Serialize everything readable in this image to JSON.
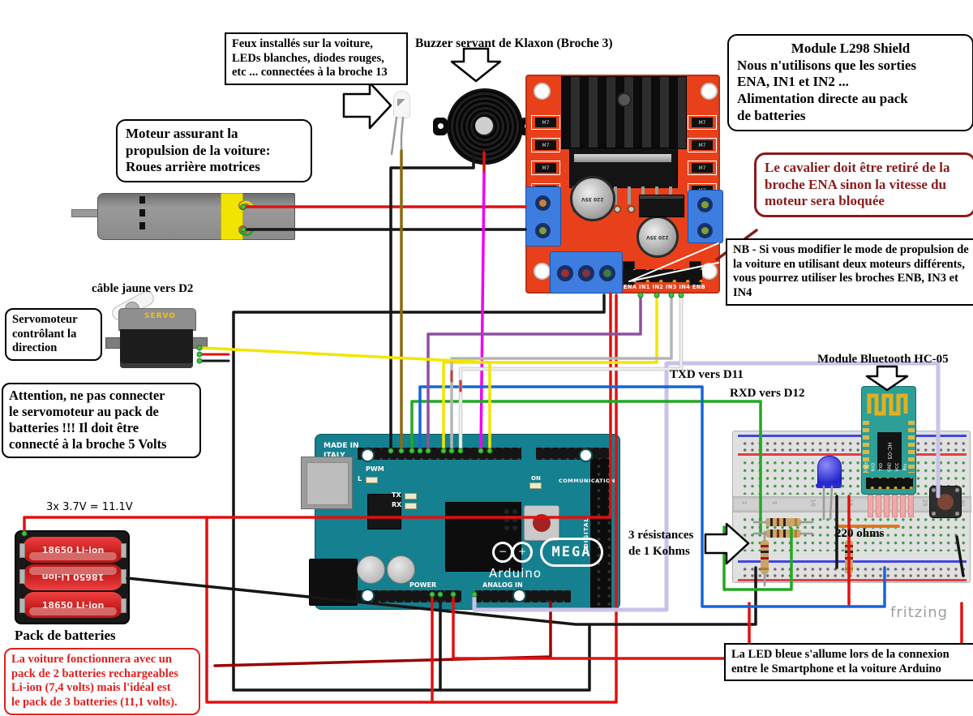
{
  "annotations": {
    "feux_lines": [
      "Feux installés sur la voiture,",
      "LEDs blanches, diodes rouges,",
      "etc ... connectées à la broche 13"
    ],
    "buzzer_label": "Buzzer servant de Klaxon (Broche 3)",
    "module_l298_title": "Module L298 Shield",
    "module_l298_lines": [
      "Nous n'utilisons que les sorties",
      "ENA, IN1 et IN2 ...",
      "Alimentation directe au pack",
      "de batteries"
    ],
    "cavalier": "Le cavalier doit être retiré de la broche ENA sinon la vitesse du moteur sera bloquée",
    "nb": "NB - Si vous modifier le mode de propulsion de la voiture en utilisant deux moteurs différents, vous pourrez utiliser les broches ENB, IN3 et IN4",
    "moteur_lines": [
      "Moteur assurant la",
      "propulsion de la voiture:",
      "Roues arrière motrices"
    ],
    "cable_jaune": "câble jaune vers D2",
    "servo_box": "Servomoteur contrôlant la direction",
    "attention_lines": [
      "Attention, ne pas connecter",
      "le servomoteur au pack de",
      "batteries !!! Il doit être",
      "connecté  à la broche 5 Volts"
    ],
    "pack_voltage": "3x 3.7V = 11.1V",
    "pack_batteries": "Pack de batteries",
    "voiture_lines": [
      "La voiture fonctionnera avec un",
      "pack de 2 batteries rechargeables",
      "Li-ion  (7,4 volts) mais l'idéal est",
      "le pack de 3 batteries (11,1 volts)."
    ],
    "txd": "TXD  vers D11",
    "rxd": "RXD vers D12",
    "bluetooth": "Module Bluetooth HC-05",
    "resistances_lines": [
      "3 résistances",
      "de 1 Kohms"
    ],
    "ohms": "220 ohms",
    "led_bleue": "La LED bleue s'allume lors de la connexion entre le Smartphone et la voiture Arduino",
    "watermark": "fritzing"
  },
  "arduino": {
    "made_in": "MADE IN",
    "italy": "ITALY",
    "pwm": "PWM",
    "tx": "TX",
    "rx": "RX",
    "l": "L",
    "on": "ON",
    "communication": "COMMUNICATION",
    "digital": "DIGITAL",
    "analog_in": "ANALOG IN",
    "power": "POWER",
    "brand": "Arduino",
    "model": "MEGA"
  },
  "l298": {
    "pin_labels": "ENA IN1 IN2 IN3 IN4 ENB",
    "diode_label": "M7",
    "cap_label": "220 35V"
  },
  "battery": {
    "cell_label": "18650 Li-ion"
  },
  "servo_component": {
    "label": "SERVO"
  },
  "hc05": {
    "label": "HC-05",
    "pins": [
      "State",
      "RXD",
      "TXD",
      "GND",
      "VCC",
      "Key"
    ]
  },
  "breadboard": {
    "numbers": [
      "1",
      "5",
      "10",
      "15",
      "20",
      "25",
      "30"
    ]
  },
  "colors": {
    "wire_red": "#e01010",
    "wire_dark_red": "#990000",
    "wire_black": "#161616",
    "wire_yellow": "#f2e500",
    "wire_green": "#22a822",
    "wire_blue": "#1565d8",
    "wire_magenta": "#f000f0",
    "wire_purple": "#8e4f9e",
    "wire_olive": "#8a6a10",
    "wire_lavender": "#c9c2e8",
    "wire_grey": "#b5b5b5",
    "wire_white": "#efefef",
    "board_arduino": "#15808f",
    "board_l298": "#e8401a",
    "annotation_dark_red": "#8b1a1a",
    "warning_red": "#e02020"
  }
}
